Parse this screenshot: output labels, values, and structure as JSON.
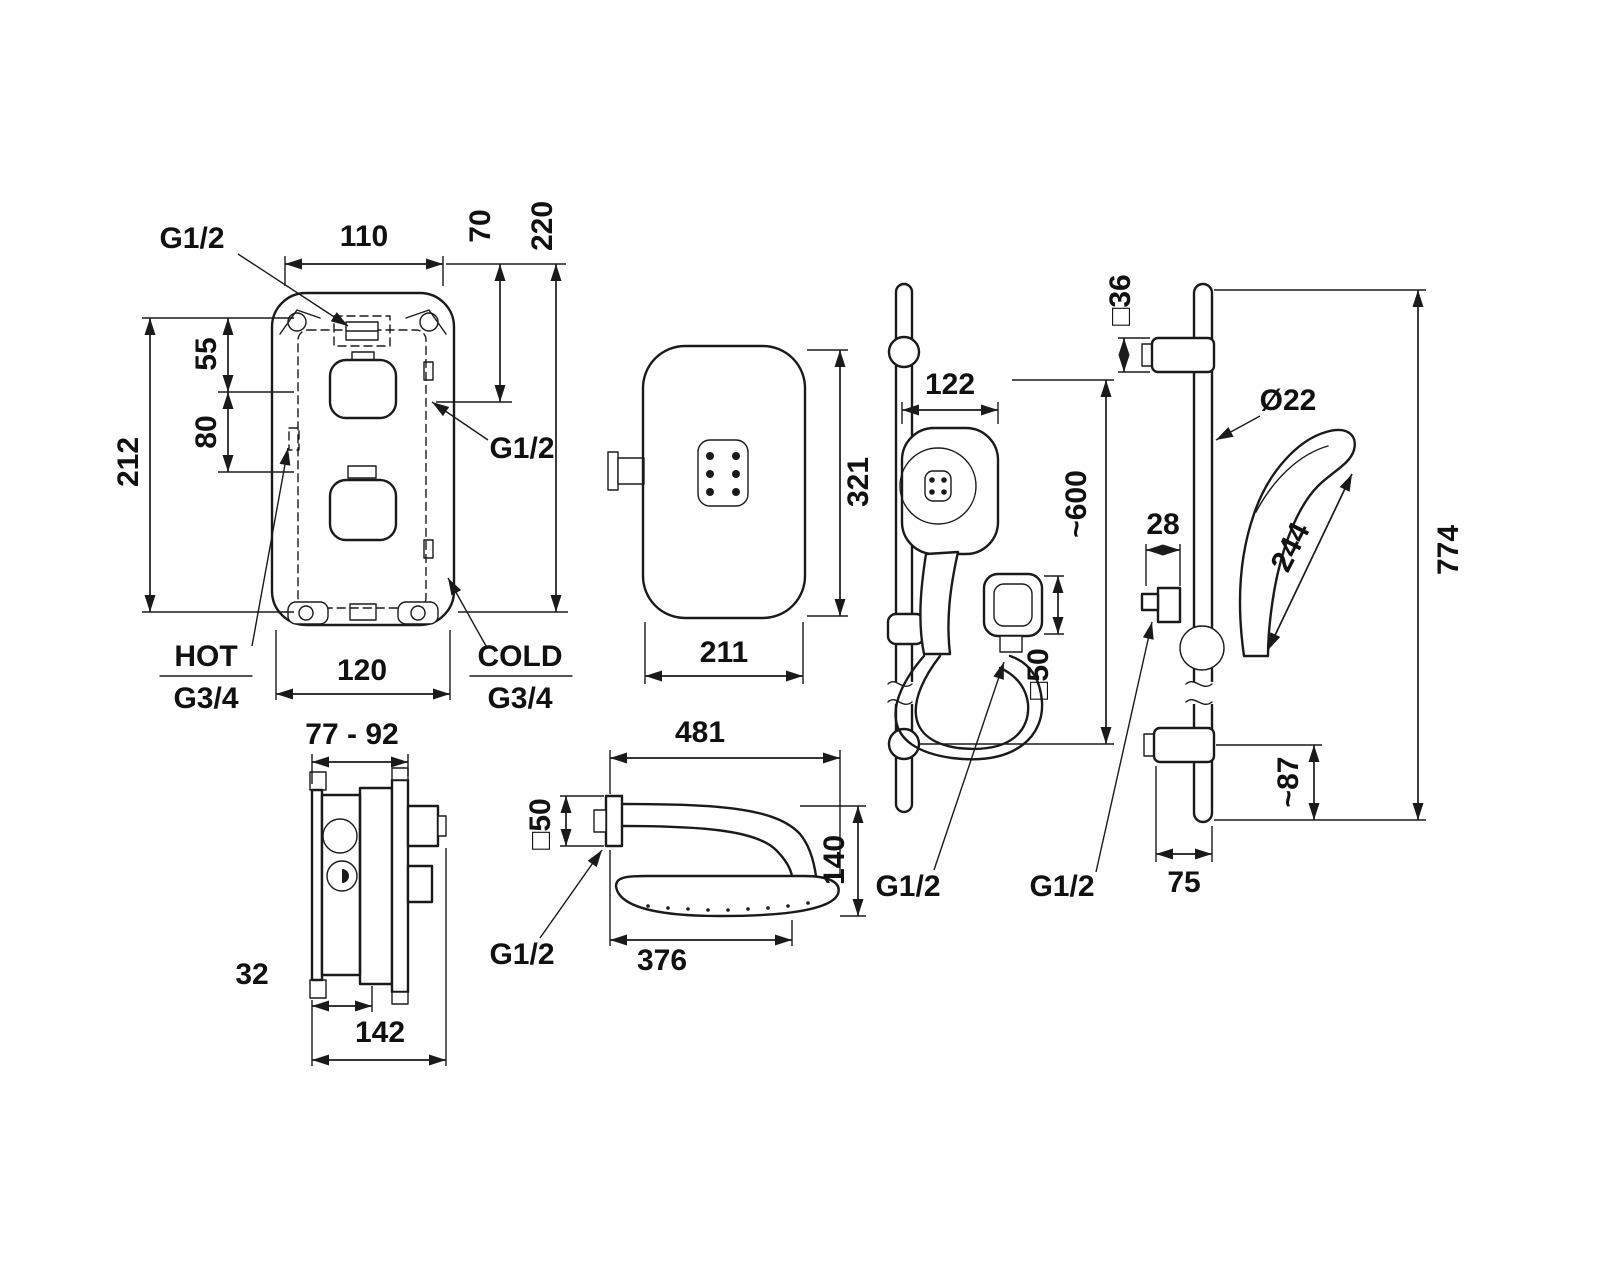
{
  "drawing": {
    "background": "#ffffff",
    "ink": "#1a1a1a",
    "description": "Technical dimension drawing of concealed shower set: mixer front and side views, overhead shower head, shower arm, slide rail with hand shower (front and side views)"
  },
  "labels": {
    "mixer_front": {
      "thread_top": "G1/2",
      "width_top": "110",
      "offset_70": "70",
      "height_220": "220",
      "offset_55": "55",
      "offset_80": "80",
      "height_212": "212",
      "width_bottom": "120",
      "hot": "HOT",
      "hot_thread": "G3/4",
      "cold": "COLD",
      "cold_thread": "G3/4",
      "thread_side": "G1/2"
    },
    "mixer_side": {
      "depth_range": "77 - 92",
      "offset_32": "32",
      "depth_142": "142"
    },
    "head_front": {
      "height_321": "321",
      "width_211": "211"
    },
    "arm_side": {
      "length_481": "481",
      "flange_50": "□50",
      "drop_140": "140",
      "length_376": "376",
      "thread": "G1/2"
    },
    "rail_front": {
      "width_122": "122",
      "hose_600": "~600",
      "outlet_50": "□50",
      "thread": "G1/2"
    },
    "rail_side": {
      "bracket_36": "□36",
      "rod_dia": "Ø22",
      "offset_28": "28",
      "length_244": "244",
      "height_774": "774",
      "offset_87": "~87",
      "wall_75": "75",
      "thread": "G1/2"
    }
  }
}
